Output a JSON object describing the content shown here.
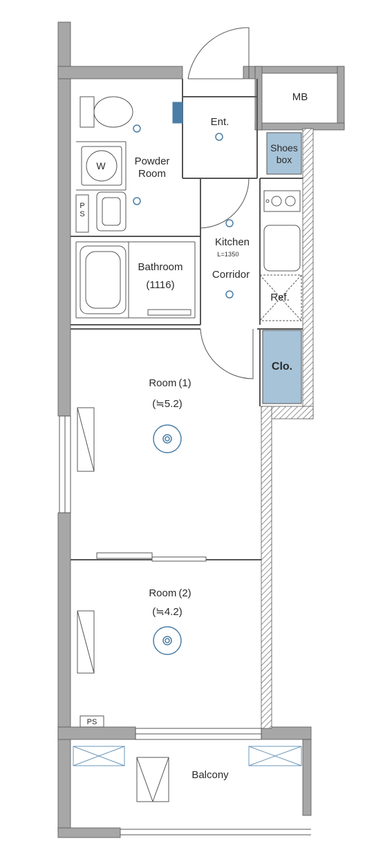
{
  "rooms": {
    "powder_room": "Powder\nRoom",
    "washer": "W",
    "ps_top": "P\nS",
    "bathroom": "Bathroom",
    "bathroom_size": "(1116)",
    "entrance": "Ent.",
    "mb": "MB",
    "shoes_box": "Shoes\nbox",
    "kitchen": "Kitchen",
    "kitchen_length": "L=1350",
    "corridor": "Corridor",
    "refrigerator": "Ref.",
    "closet": "Clo.",
    "room1": "Room (1)",
    "room1_size": "(≒5.2)",
    "room2": "Room (2)",
    "room2_size": "(≒4.2)",
    "ps_bottom": "PS",
    "balcony": "Balcony"
  },
  "colors": {
    "wall": "#a7a7a7",
    "line": "#555555",
    "storage_fill": "#a7c3d8",
    "fixture_blue": "#4a7ea6"
  }
}
